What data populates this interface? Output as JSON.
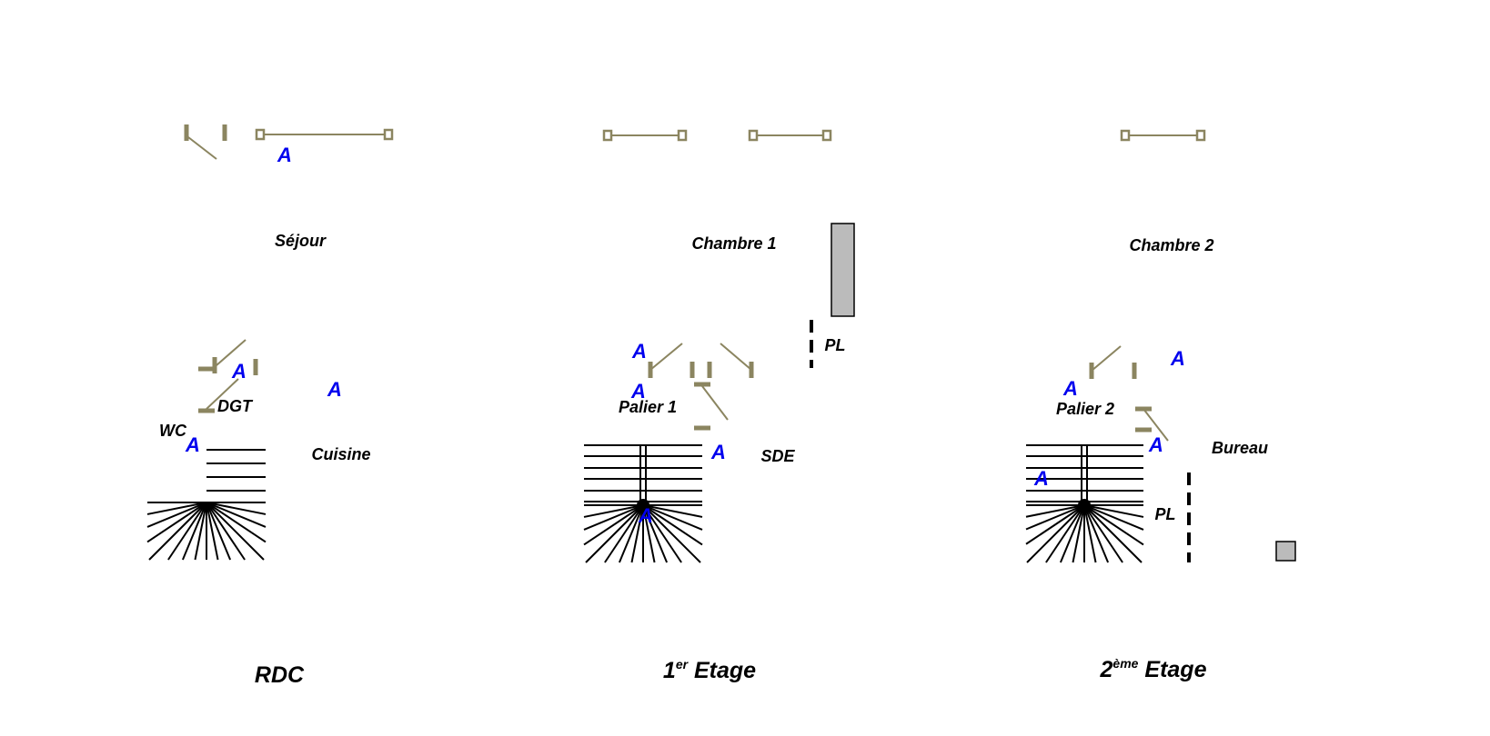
{
  "plans": [
    {
      "title": {
        "main": "RDC",
        "sup": "",
        "suffix": ""
      },
      "rooms": [
        "Séjour",
        "DGT",
        "WC",
        "Cuisine"
      ],
      "marker": "A"
    },
    {
      "title": {
        "main": "1",
        "sup": "er",
        "suffix": " Etage"
      },
      "rooms": [
        "Chambre 1",
        "PL",
        "Palier 1",
        "SDE"
      ],
      "marker": "A"
    },
    {
      "title": {
        "main": "2",
        "sup": "ème",
        "suffix": " Etage"
      },
      "rooms": [
        "Chambre 2",
        "Palier 2",
        "Bureau",
        "PL"
      ],
      "marker": "A"
    }
  ],
  "colors": {
    "wall": "#000000",
    "openings": "#8b8560",
    "marker": "#0000ee",
    "closet": "#bbbbbb"
  }
}
